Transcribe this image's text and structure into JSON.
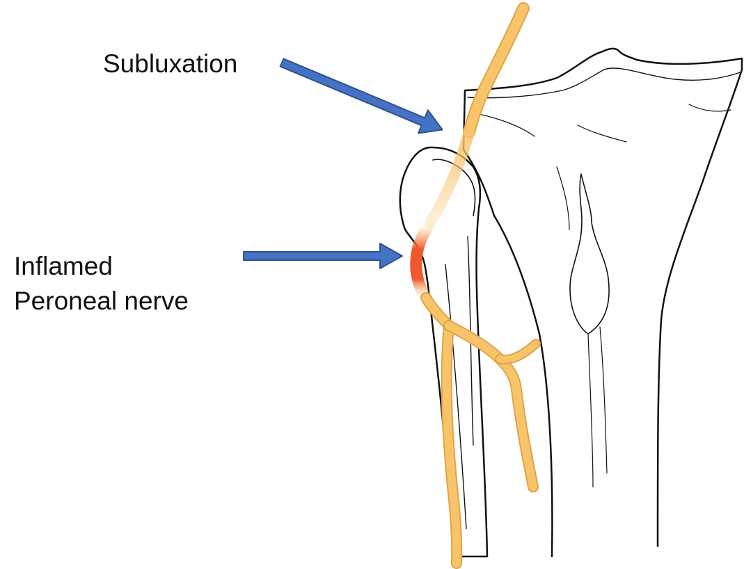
{
  "labels": {
    "subluxation": "Subluxation",
    "inflamed_line1": "Inflamed",
    "inflamed_line2": "Peroneal nerve"
  },
  "colors": {
    "nerve": "#F8C46A",
    "nerve_edge": "#E2A447",
    "inflamed": "#F0592D",
    "arrow_fill": "#4472C4",
    "arrow_edge": "#2F528F",
    "bone_outline": "#111111",
    "background": "#FFFFFF"
  },
  "icons": {
    "arrow": "arrow-right-icon"
  }
}
